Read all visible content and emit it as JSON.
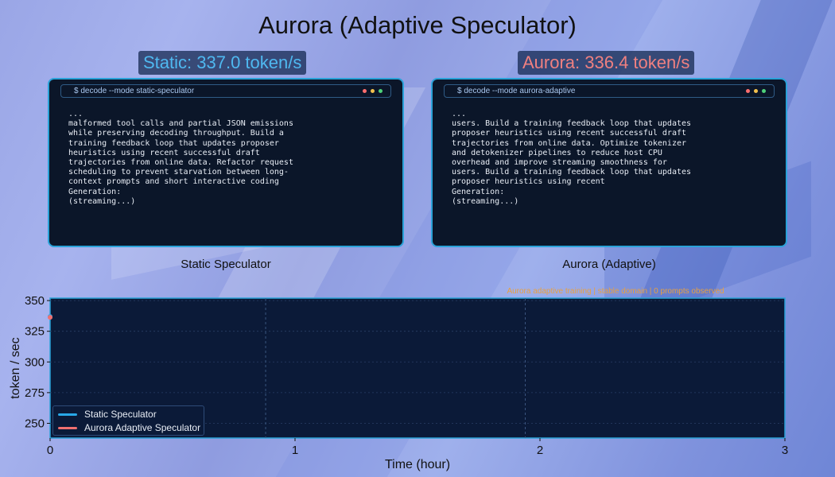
{
  "title": "Aurora (Adaptive Speculator)",
  "badges": {
    "static": "Static: 337.0 token/s",
    "aurora": "Aurora: 336.4 token/s"
  },
  "terminals": [
    {
      "command": "$ decode --mode static-speculator",
      "body": "...\nmalformed tool calls and partial JSON emissions\nwhile preserving decoding throughput. Build a\ntraining feedback loop that updates proposer\nheuristics using recent successful draft\ntrajectories from online data. Refactor request\nscheduling to prevent starvation between long-\ncontext prompts and short interactive coding\nGeneration:\n(streaming...)",
      "caption": "Static Speculator"
    },
    {
      "command": "$ decode --mode aurora-adaptive",
      "body": "...\nusers. Build a training feedback loop that updates\nproposer heuristics using recent successful draft\ntrajectories from online data. Optimize tokenizer\nand detokenizer pipelines to reduce host CPU\noverhead and improve streaming smoothness for\nusers. Build a training feedback loop that updates\nproposer heuristics using recent\nGeneration:\n(streaming...)",
      "caption": "Aurora (Adaptive)"
    }
  ],
  "chart_data": {
    "type": "line",
    "annotation": "Aurora adaptive training | stable domain | 0 prompts observed",
    "xlabel": "Time (hour)",
    "ylabel": "token / sec",
    "xlim": [
      0,
      3
    ],
    "ylim": [
      238,
      352
    ],
    "xticks": [
      "0",
      "1",
      "2",
      "3"
    ],
    "yticks": [
      "350",
      "325",
      "300",
      "275",
      "250"
    ],
    "vlines": [
      0.88,
      1.94
    ],
    "grid": true,
    "legend_position": "lower-left",
    "series": [
      {
        "name": "Static Speculator",
        "color": "#29a8e8",
        "x": [
          0
        ],
        "y": [
          337.0
        ]
      },
      {
        "name": "Aurora Adaptive Speculator",
        "color": "#f07070",
        "x": [
          0
        ],
        "y": [
          336.4
        ]
      }
    ]
  },
  "colors": {
    "plot_background": "#0b1a38",
    "annotation": "#e9a040"
  }
}
